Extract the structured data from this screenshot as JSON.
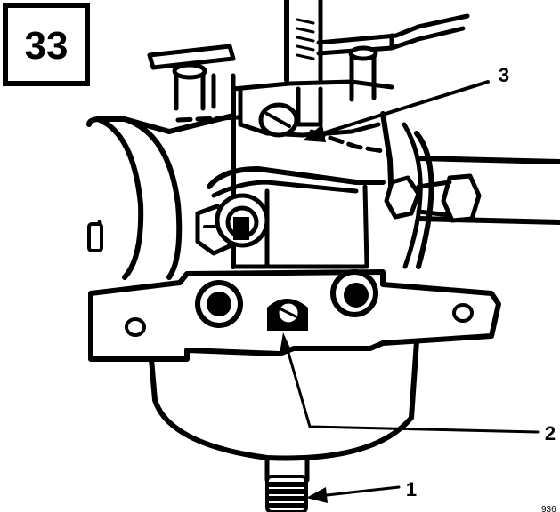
{
  "figure": {
    "number": "33",
    "code": "936",
    "callouts": [
      {
        "id": "1",
        "label": "1"
      },
      {
        "id": "2",
        "label": "2"
      },
      {
        "id": "3",
        "label": "3"
      }
    ]
  }
}
